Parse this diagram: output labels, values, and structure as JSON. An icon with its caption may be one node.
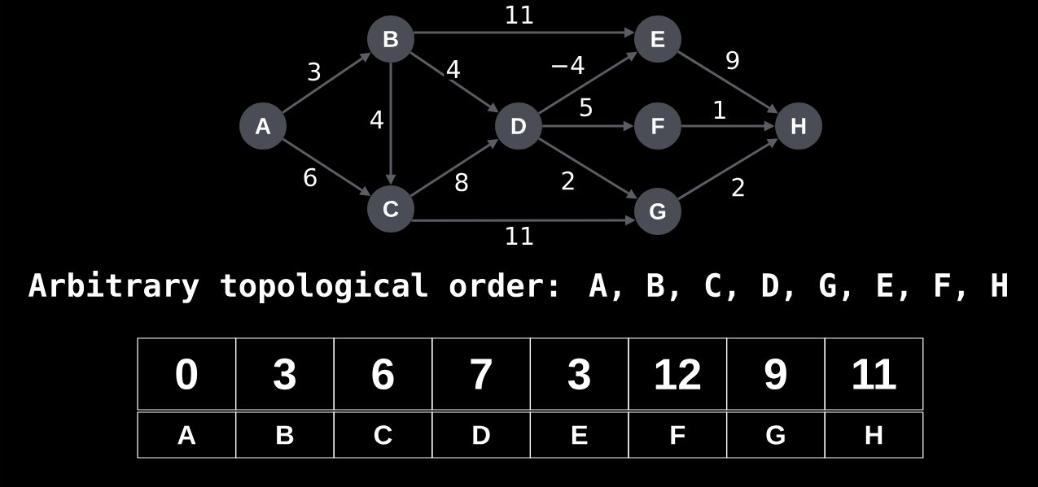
{
  "diagram": {
    "nodes": [
      {
        "text": [
          "A"
        ]
      },
      {
        "text": [
          "B"
        ]
      },
      {
        "text": [
          "C"
        ]
      },
      {
        "text": [
          "D"
        ]
      },
      {
        "text": [
          "E"
        ]
      },
      {
        "text": [
          "F"
        ]
      },
      {
        "text": [
          "G"
        ]
      },
      {
        "text": [
          "H"
        ]
      }
    ],
    "edges": [
      {
        "from": 0,
        "to": 1,
        "arrow": "to",
        "label": "3"
      },
      {
        "from": 0,
        "to": 2,
        "arrow": "to",
        "label": "6"
      },
      {
        "from": 1,
        "to": 2,
        "arrow": "to",
        "label": "4"
      },
      {
        "from": 1,
        "to": 3,
        "arrow": "to",
        "label": "4"
      },
      {
        "from": 1,
        "to": 4,
        "arrow": "to",
        "label": "11"
      },
      {
        "from": 2,
        "to": 3,
        "arrow": "to",
        "label": "8"
      },
      {
        "from": 2,
        "to": 6,
        "arrow": "to",
        "label": "11"
      },
      {
        "from": 3,
        "to": 4,
        "arrow": "to",
        "label": "−4"
      },
      {
        "from": 3,
        "to": 5,
        "arrow": "to",
        "label": "5"
      },
      {
        "from": 3,
        "to": 6,
        "arrow": "to",
        "label": "2"
      },
      {
        "from": 4,
        "to": 7,
        "arrow": "to",
        "label": "9"
      },
      {
        "from": 5,
        "to": 7,
        "arrow": "to",
        "label": "1"
      },
      {
        "from": 6,
        "to": 7,
        "arrow": "to",
        "label": "2"
      }
    ],
    "labels": [
      "Arbitrary topological order: A, B, C, D, G, E, F, H",
      "0",
      "3",
      "6",
      "7",
      "3",
      "12",
      "9",
      "11",
      "A",
      "B",
      "C",
      "D",
      "E",
      "F",
      "G",
      "H"
    ]
  }
}
